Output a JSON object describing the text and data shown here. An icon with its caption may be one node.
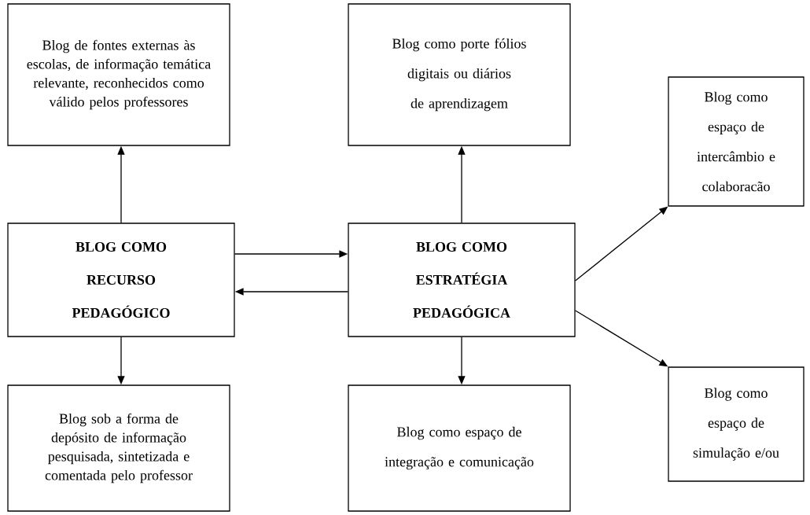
{
  "diagram": {
    "nodes": [
      {
        "text": [
          "Blog de fontes externas às escolas, de informação temática relevante, reconhecidos como válido pelos professores"
        ]
      },
      {
        "text": [
          "Blog como porte fólios digitais ou diários de aprendizagem"
        ]
      },
      {
        "text": [
          "Blog como espaço de intercâmbio e colaboracão"
        ]
      },
      {
        "text": [
          "BLOG COMO RECURSO PEDAGÓGICO"
        ]
      },
      {
        "text": [
          "BLOG COMO ESTRATÉGIA PEDAGÓGICA"
        ]
      },
      {
        "text": [
          "Blog como espaço de simulação e/ou"
        ]
      },
      {
        "text": [
          "Blog sob a forma de depósito de informação pesquisada, sintetizada e comentada pelo professor"
        ]
      },
      {
        "text": [
          "Blog como espaço de integração e comunicação"
        ]
      }
    ],
    "edges": [
      {
        "from": 3,
        "to": 0,
        "arrow": "to"
      },
      {
        "from": 4,
        "to": 1,
        "arrow": "to"
      },
      {
        "from": 3,
        "to": 4,
        "arrow": "to"
      },
      {
        "from": 4,
        "to": 3,
        "arrow": "to"
      },
      {
        "from": 4,
        "to": 2,
        "arrow": "to"
      },
      {
        "from": 4,
        "to": 5,
        "arrow": "to"
      },
      {
        "from": 3,
        "to": 6,
        "arrow": "to"
      },
      {
        "from": 4,
        "to": 7,
        "arrow": "to"
      }
    ]
  }
}
